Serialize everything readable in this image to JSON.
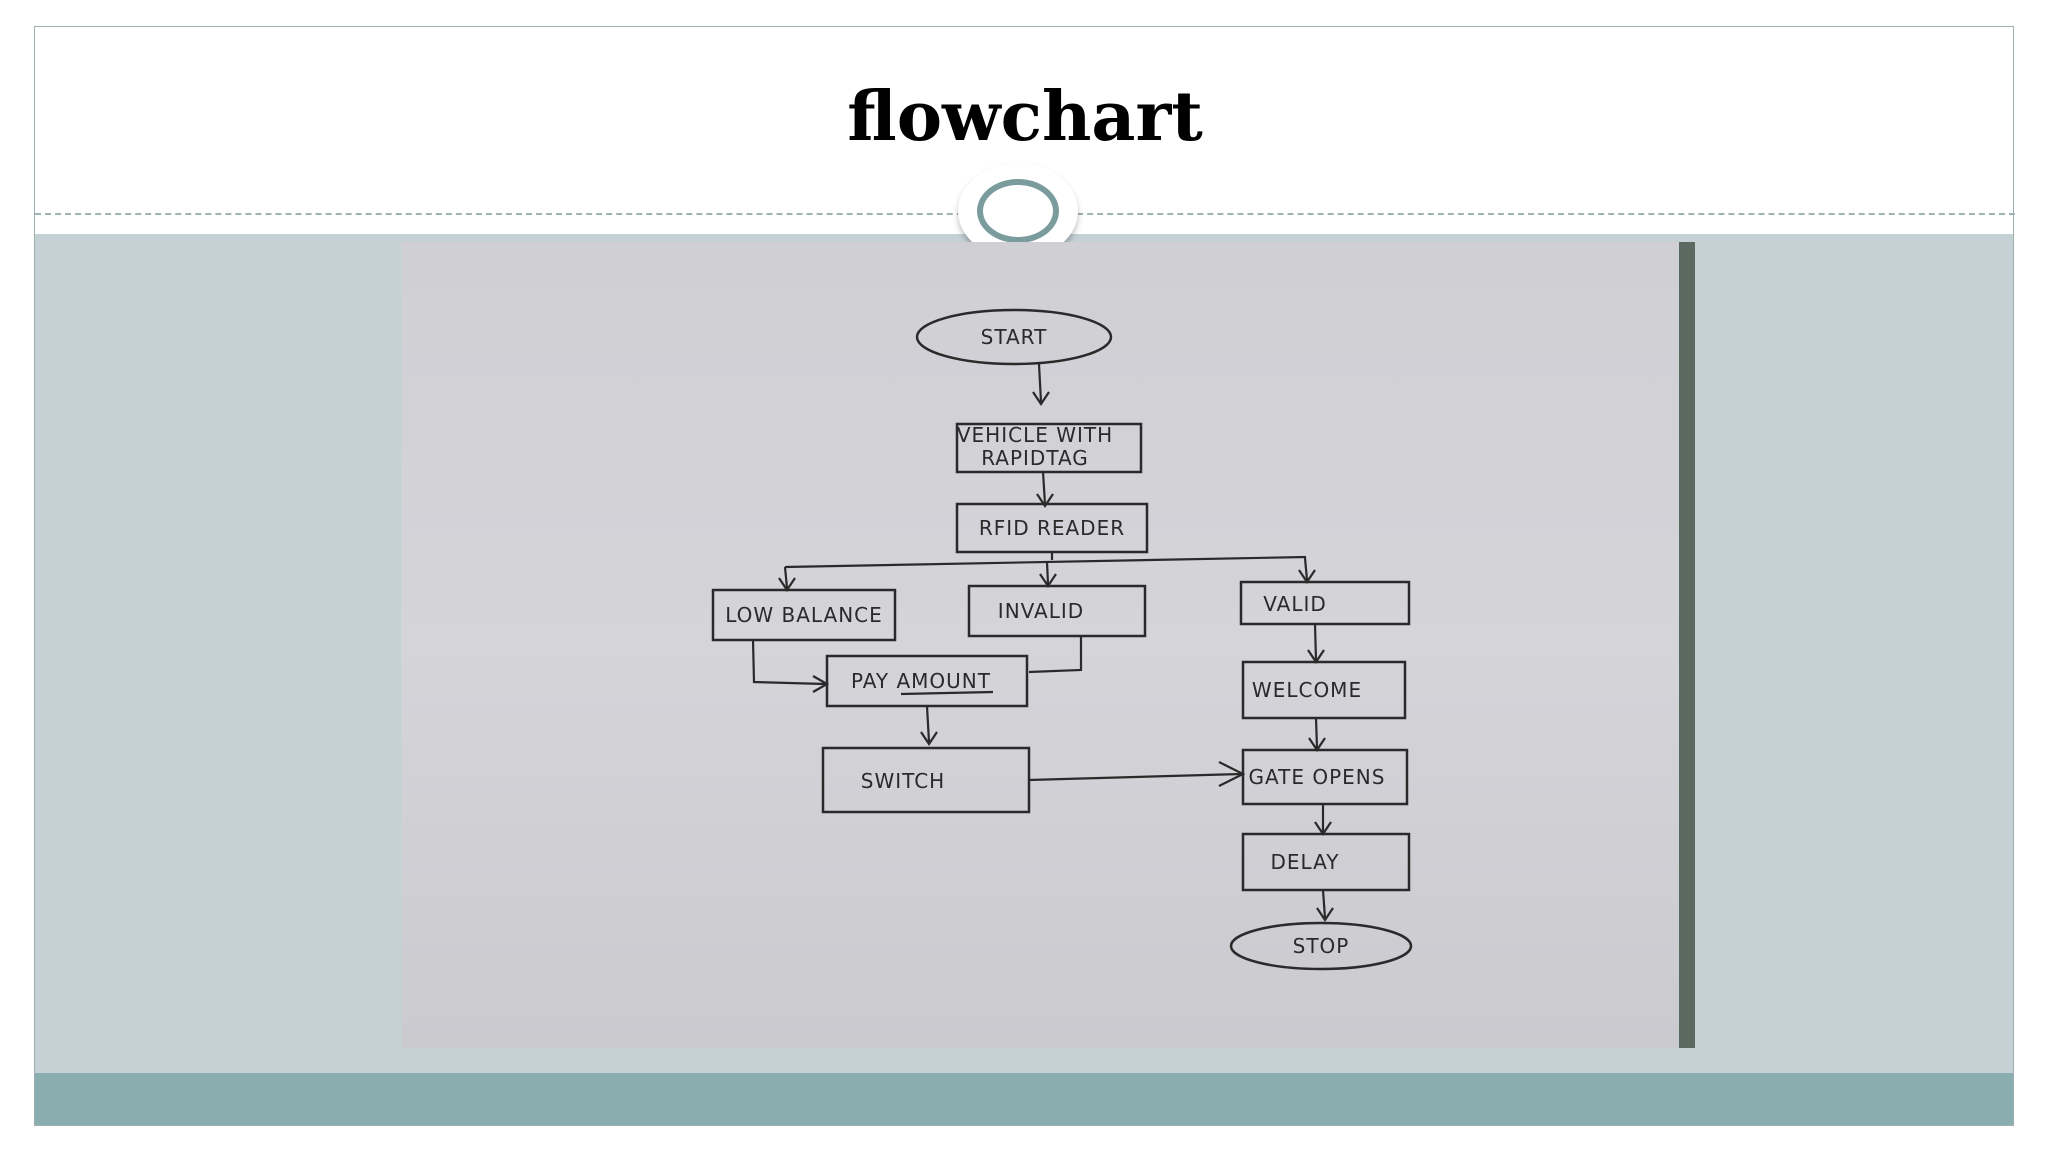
{
  "slide": {
    "title": "flowchart"
  },
  "colors": {
    "content_band": "#c4d2d6",
    "bottom_band": "#8aaeaf",
    "medallion_ring": "#7a9c9c",
    "paper": "#d2d2d7",
    "ink": "#2a2a2a"
  },
  "flowchart": {
    "nodes": {
      "start": "START",
      "vehicle_line1": "VEHICLE WITH",
      "vehicle_line2": "RAPIDTAG",
      "rfid_reader": "RFID READER",
      "low_balance": "LOW BALANCE",
      "invalid": "INVALID",
      "valid": "VALID",
      "pay_amount": "PAY AMOUNT",
      "switch": "SWITCH",
      "welcome": "WELCOME",
      "gate_opens": "GATE OPENS",
      "delay": "DELAY",
      "stop": "STOP"
    }
  }
}
